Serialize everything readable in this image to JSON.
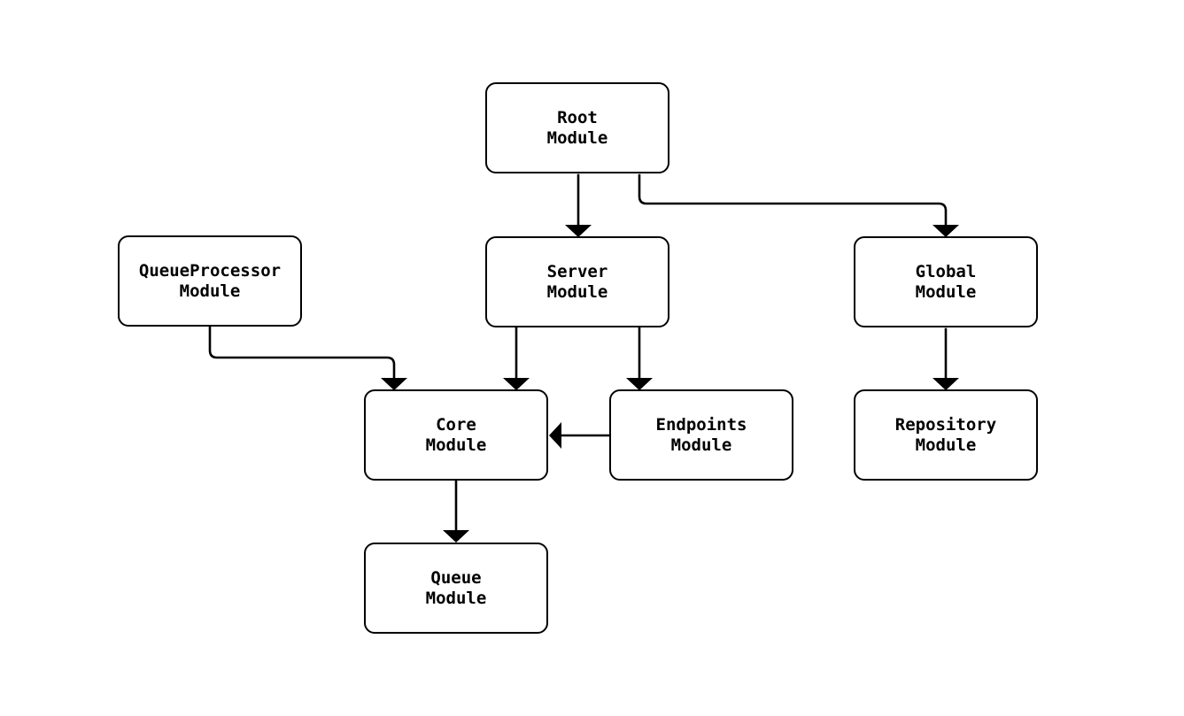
{
  "diagram": {
    "type": "module-dependency-flowchart",
    "background_color": "#ffffff",
    "node_fill": "#ffffff",
    "stroke_color": "#000000",
    "text_color": "#000000",
    "nodes": [
      {
        "id": "root",
        "label": "Root\nModule"
      },
      {
        "id": "server",
        "label": "Server\nModule"
      },
      {
        "id": "global",
        "label": "Global\nModule"
      },
      {
        "id": "queueprocessor",
        "label": "QueueProcessor\nModule"
      },
      {
        "id": "core",
        "label": "Core\nModule"
      },
      {
        "id": "endpoints",
        "label": "Endpoints\nModule"
      },
      {
        "id": "repository",
        "label": "Repository\nModule"
      },
      {
        "id": "queue",
        "label": "Queue\nModule"
      }
    ],
    "edges": [
      {
        "from": "Root Module",
        "to": "Server Module"
      },
      {
        "from": "Root Module",
        "to": "Global Module"
      },
      {
        "from": "QueueProcessor Module",
        "to": "Core Module"
      },
      {
        "from": "Server Module",
        "to": "Core Module"
      },
      {
        "from": "Server Module",
        "to": "Endpoints Module"
      },
      {
        "from": "Endpoints Module",
        "to": "Core Module"
      },
      {
        "from": "Global Module",
        "to": "Repository Module"
      },
      {
        "from": "Core Module",
        "to": "Queue Module"
      }
    ]
  }
}
